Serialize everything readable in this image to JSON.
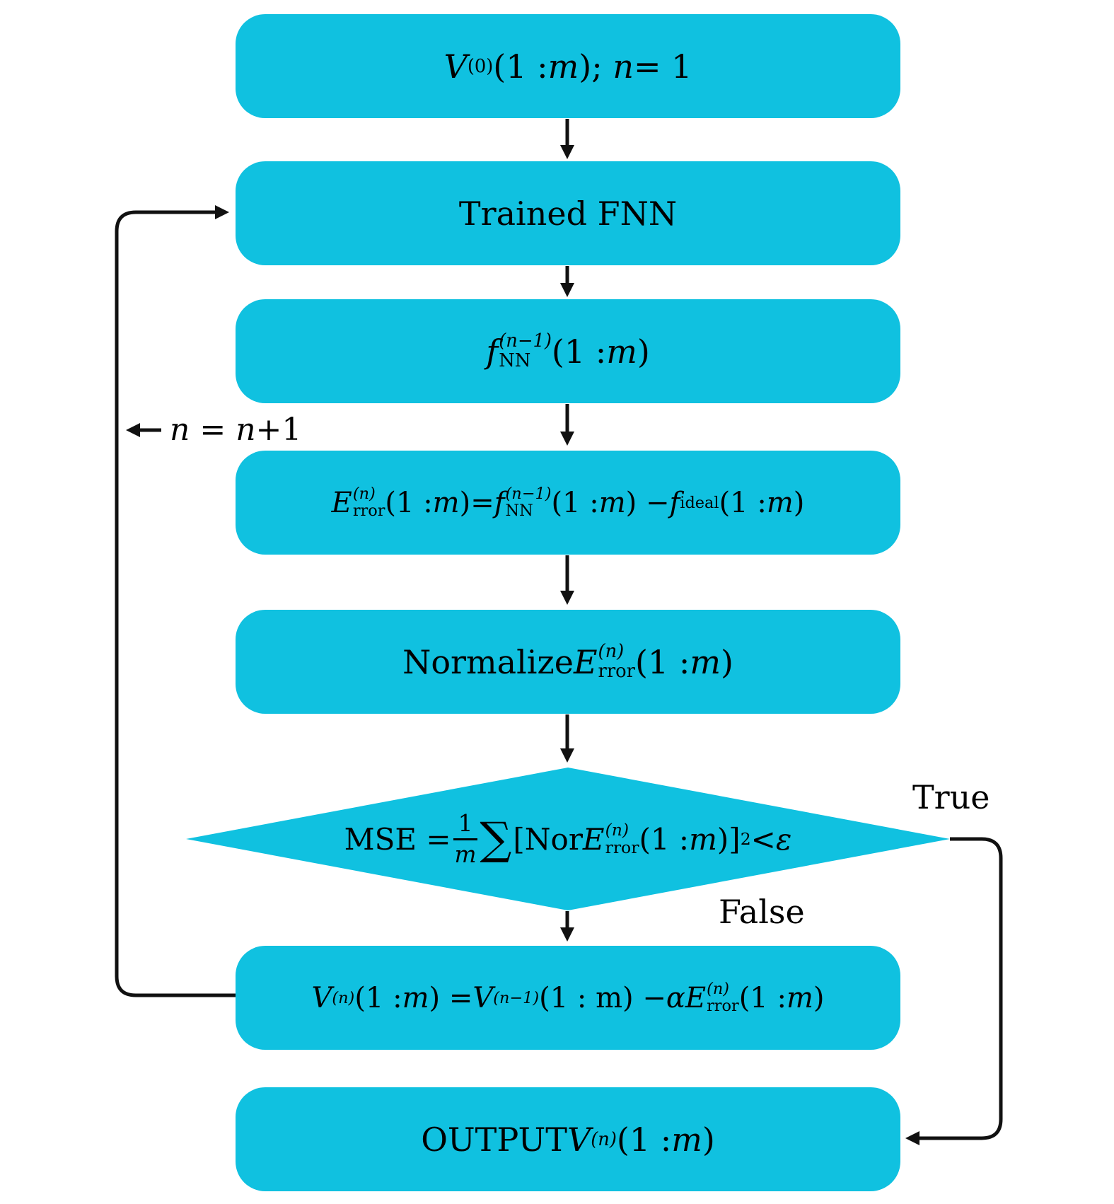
{
  "title": "Iterative FNN training flowchart",
  "colors": {
    "node_fill": "#10c1e0",
    "connector": "#111111",
    "text": "#000000",
    "background": "#ffffff"
  },
  "nodes": {
    "init": {
      "s0": "V",
      "sup0": "(0)",
      "s1": "(1 : ",
      "s2": "m",
      "s3": ");  ",
      "s4": "n",
      "s5": " = 1"
    },
    "trained": {
      "label": "Trained FNN"
    },
    "fnn": {
      "s0": "f",
      "sup0": "(n−1)",
      "sub0": "NN",
      "s1": "(1 : ",
      "s2": "m",
      "s3": ")"
    },
    "error": {
      "s0": "E",
      "sup0": "(n)",
      "sub0": "rror",
      "s1": "(1 : ",
      "s2": "m",
      "s3": ")= ",
      "s4": "f",
      "sup1": "(n−1)",
      "sub1": "NN",
      "s5": "(1 : ",
      "s6": "m",
      "s7": ") − ",
      "s8": "f",
      "sub2": "ideal",
      "s9": "(1 : ",
      "s10": "m",
      "s11": ")"
    },
    "normalize": {
      "s0": "Normalize ",
      "s1": "E",
      "sup0": "(n)",
      "sub0": "rror",
      "s2": "(1 : ",
      "s3": "m",
      "s4": ")"
    },
    "mse": {
      "s0": "MSE = ",
      "num": "1",
      "den": "m",
      "sum": "∑",
      "s1": "[Nor",
      "s2": "E",
      "sup0": "(n)",
      "sub0": "rror",
      "s3": "(1 : ",
      "s4": "m",
      "s5": ")]",
      "sup1": "2",
      "s6": " < ",
      "s7": "ε"
    },
    "update": {
      "s0": "V",
      "sup0": "(n)",
      "s1": "(1 : ",
      "s2": "m",
      "s3": ") = ",
      "s4": "V",
      "sup1": "(n−1)",
      "s5": "(1 : m) − ",
      "s6": "α",
      "s7": "E",
      "sup2": "(n)",
      "sub0": "rror",
      "s8": "(1 : ",
      "s9": "m",
      "s10": ")"
    },
    "output": {
      "s0": "OUTPUT ",
      "s1": "V",
      "sup0": "(n)",
      "s2": "(1 : ",
      "s3": "m",
      "s4": ")"
    }
  },
  "edge_labels": {
    "increment": {
      "n0": "n",
      "eq": " = ",
      "n1": "n",
      "plus": "+1"
    },
    "true_label": "True",
    "false_label": "False"
  }
}
